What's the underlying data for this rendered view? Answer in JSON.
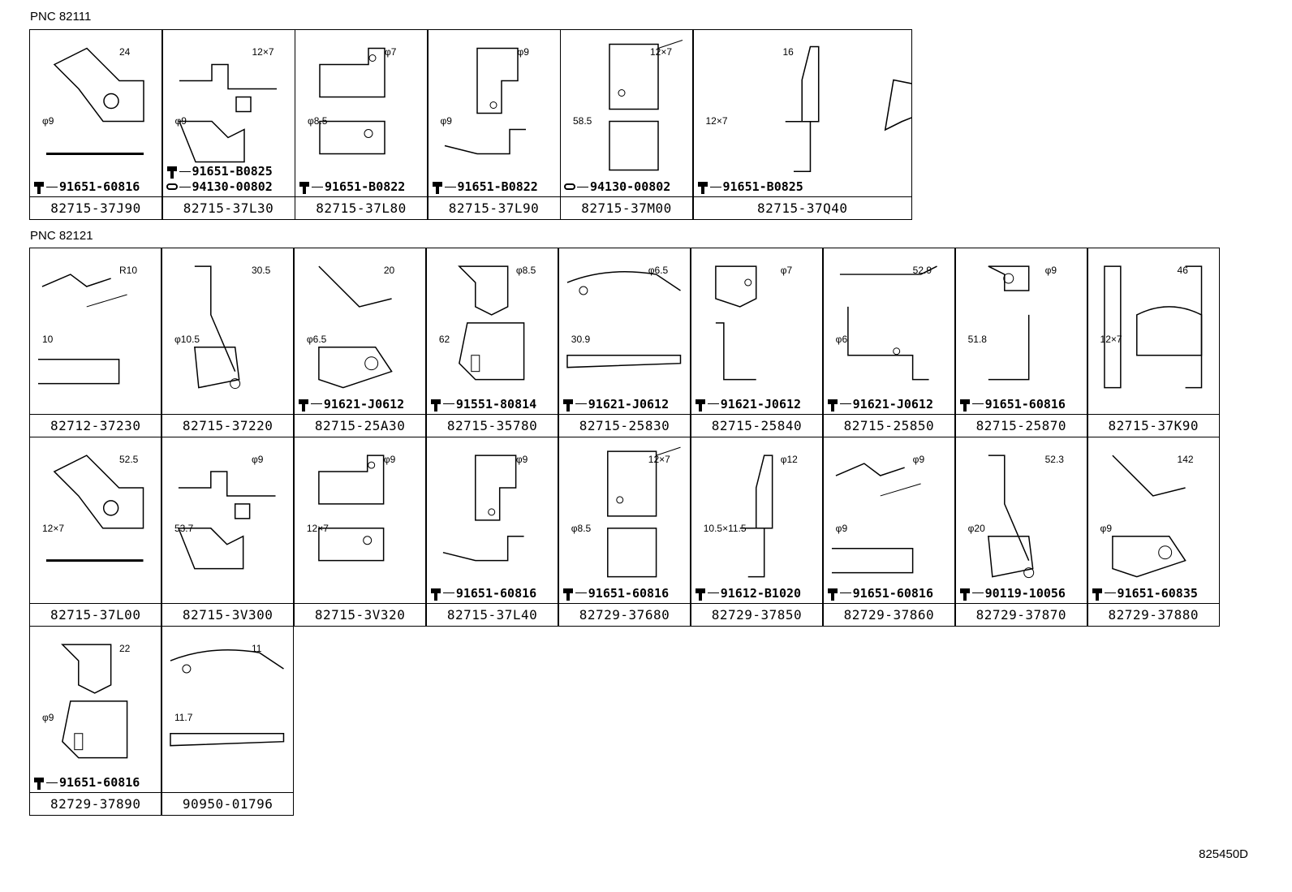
{
  "sections": [
    {
      "pnc_label": "PNC 82111",
      "cells": [
        {
          "part": "82715-37J90",
          "fasteners": [
            {
              "type": "bolt",
              "number": "91651-60816"
            }
          ],
          "dims": [
            "24",
            "φ9"
          ]
        },
        {
          "part": "82715-37L30",
          "fasteners": [
            {
              "type": "bolt",
              "number": "91651-B0825"
            },
            {
              "type": "clip",
              "number": "94130-00802"
            }
          ],
          "dims": [
            "12×7",
            "φ9"
          ]
        },
        {
          "part": "82715-37L80",
          "fasteners": [
            {
              "type": "bolt",
              "number": "91651-B0822"
            }
          ],
          "dims": [
            "φ7",
            "φ8.5"
          ]
        },
        {
          "part": "82715-37L90",
          "fasteners": [
            {
              "type": "bolt",
              "number": "91651-B0822"
            }
          ],
          "dims": [
            "φ9",
            "φ9"
          ]
        },
        {
          "part": "82715-37M00",
          "fasteners": [
            {
              "type": "clip",
              "number": "94130-00802"
            }
          ],
          "dims": [
            "12×7",
            "58.5"
          ]
        },
        {
          "part": "82715-37Q40",
          "fasteners": [
            {
              "type": "bolt",
              "number": "91651-B0825"
            }
          ],
          "dims": [
            "16",
            "12×7"
          ]
        }
      ]
    },
    {
      "pnc_label": "PNC 82121",
      "cells": [
        {
          "part": "82712-37230",
          "fasteners": [],
          "dims": [
            "R10",
            "10"
          ]
        },
        {
          "part": "82715-37220",
          "fasteners": [],
          "dims": [
            "30.5",
            "φ10.5"
          ]
        },
        {
          "part": "82715-25A30",
          "fasteners": [
            {
              "type": "bolt",
              "number": "91621-J0612"
            }
          ],
          "dims": [
            "20",
            "φ6.5"
          ]
        },
        {
          "part": "82715-35780",
          "fasteners": [
            {
              "type": "bolt",
              "number": "91551-80814"
            }
          ],
          "dims": [
            "φ8.5",
            "62"
          ]
        },
        {
          "part": "82715-25830",
          "fasteners": [
            {
              "type": "bolt",
              "number": "91621-J0612"
            }
          ],
          "dims": [
            "φ6.5",
            "30.9"
          ]
        },
        {
          "part": "82715-25840",
          "fasteners": [
            {
              "type": "bolt",
              "number": "91621-J0612"
            }
          ],
          "dims": [
            "φ7"
          ]
        },
        {
          "part": "82715-25850",
          "fasteners": [
            {
              "type": "bolt",
              "number": "91621-J0612"
            }
          ],
          "dims": [
            "52.9",
            "φ6"
          ]
        },
        {
          "part": "82715-25870",
          "fasteners": [
            {
              "type": "bolt",
              "number": "91651-60816"
            }
          ],
          "dims": [
            "φ9",
            "51.8"
          ]
        },
        {
          "part": "82715-37K90",
          "fasteners": [],
          "dims": [
            "46",
            "12×7"
          ]
        },
        {
          "part": "82715-37L00",
          "fasteners": [],
          "dims": [
            "52.5",
            "12×7"
          ]
        },
        {
          "part": "82715-3V300",
          "fasteners": [],
          "dims": [
            "φ9",
            "53.7"
          ]
        },
        {
          "part": "82715-3V320",
          "fasteners": [],
          "dims": [
            "φ9",
            "12×7"
          ]
        },
        {
          "part": "82715-37L40",
          "fasteners": [
            {
              "type": "bolt",
              "number": "91651-60816"
            }
          ],
          "dims": [
            "φ9"
          ]
        },
        {
          "part": "82729-37680",
          "fasteners": [
            {
              "type": "bolt",
              "number": "91651-60816"
            }
          ],
          "dims": [
            "12×7",
            "φ8.5"
          ]
        },
        {
          "part": "82729-37850",
          "fasteners": [
            {
              "type": "bolt",
              "number": "91612-B1020"
            }
          ],
          "dims": [
            "φ12",
            "10.5×11.5"
          ]
        },
        {
          "part": "82729-37860",
          "fasteners": [
            {
              "type": "bolt",
              "number": "91651-60816"
            }
          ],
          "dims": [
            "φ9",
            "φ9"
          ]
        },
        {
          "part": "82729-37870",
          "fasteners": [
            {
              "type": "bolt",
              "number": "90119-10056"
            }
          ],
          "dims": [
            "52.3",
            "φ20"
          ]
        },
        {
          "part": "82729-37880",
          "fasteners": [
            {
              "type": "bolt",
              "number": "91651-60835"
            }
          ],
          "dims": [
            "142",
            "φ9"
          ]
        },
        {
          "part": "82729-37890",
          "fasteners": [
            {
              "type": "bolt",
              "number": "91651-60816"
            }
          ],
          "dims": [
            "22",
            "φ9"
          ]
        },
        {
          "part": "90950-01796",
          "fasteners": [],
          "dims": [
            "11",
            "11.7"
          ]
        }
      ]
    }
  ],
  "footer_code": "825450D"
}
